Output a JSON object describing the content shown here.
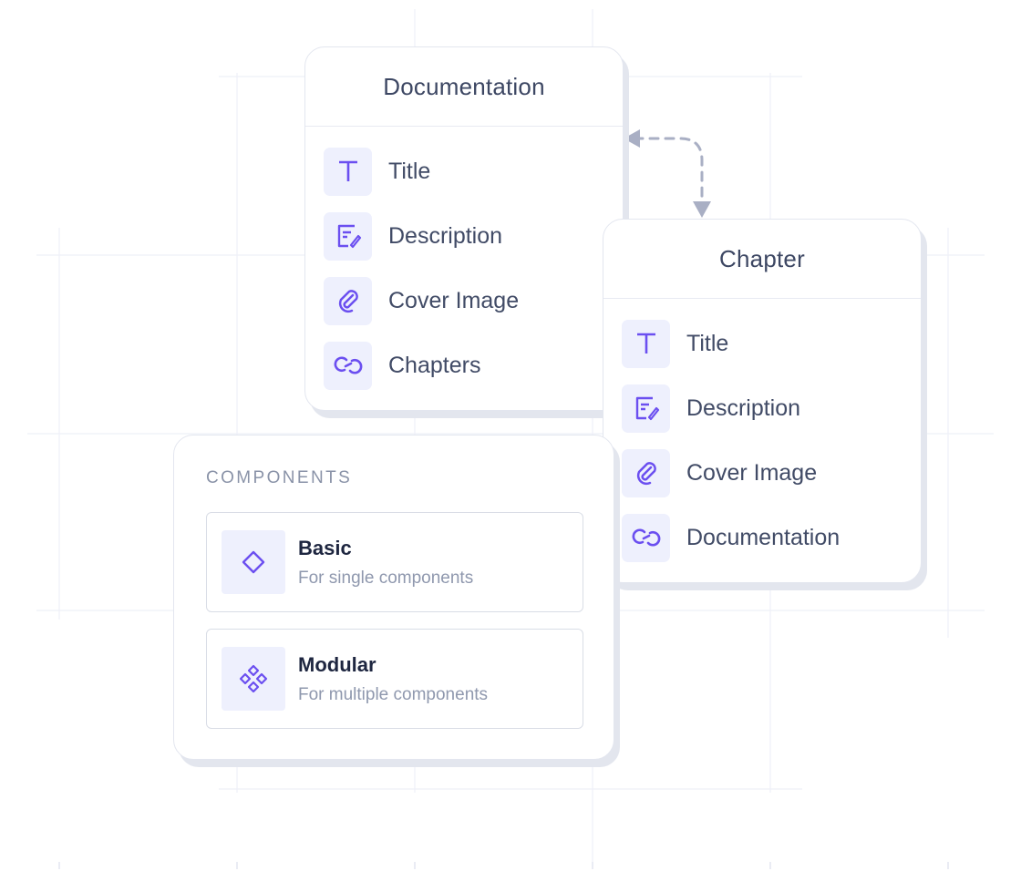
{
  "documentation_card": {
    "title": "Documentation",
    "fields": [
      {
        "label": "Title",
        "icon": "text-type-icon"
      },
      {
        "label": "Description",
        "icon": "edit-note-icon"
      },
      {
        "label": "Cover Image",
        "icon": "paperclip-icon"
      },
      {
        "label": "Chapters",
        "icon": "link-icon"
      }
    ]
  },
  "chapter_card": {
    "title": "Chapter",
    "fields": [
      {
        "label": "Title",
        "icon": "text-type-icon"
      },
      {
        "label": "Description",
        "icon": "edit-note-icon"
      },
      {
        "label": "Cover Image",
        "icon": "paperclip-icon"
      },
      {
        "label": "Documentation",
        "icon": "link-icon"
      }
    ]
  },
  "components_card": {
    "heading": "COMPONENTS",
    "options": [
      {
        "title": "Basic",
        "description": "For single components",
        "icon": "diamond-icon"
      },
      {
        "title": "Modular",
        "description": "For multiple components",
        "icon": "modular-diamonds-icon"
      }
    ]
  },
  "colors": {
    "accent": "#6b4ff0",
    "icon_bg": "#eef0fd",
    "text": "#414b66",
    "connector": "#a9afc4"
  }
}
